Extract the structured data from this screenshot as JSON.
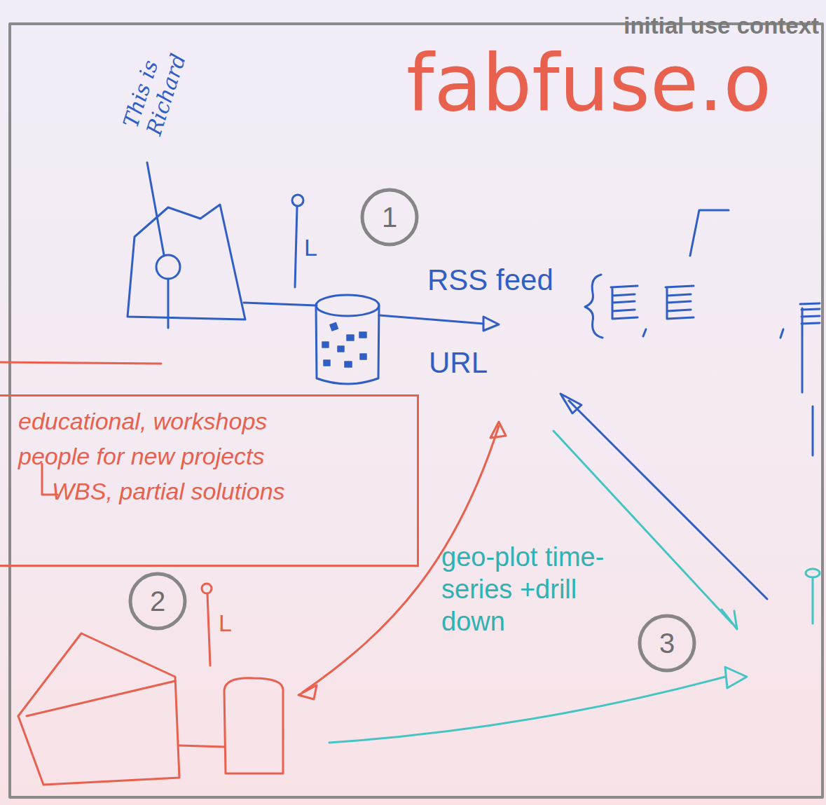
{
  "diagram": {
    "title": "fabfuse.o",
    "nodes": [
      {
        "text": [
          "educational, workshops",
          "people for new projects",
          "WBS, partial solutions"
        ]
      }
    ],
    "labels": [
      "initial use context",
      "This is Richard",
      "L",
      "1",
      "RSS feed",
      "URL",
      "2",
      "L",
      "geo-plot time-series +drill down",
      "3"
    ]
  }
}
